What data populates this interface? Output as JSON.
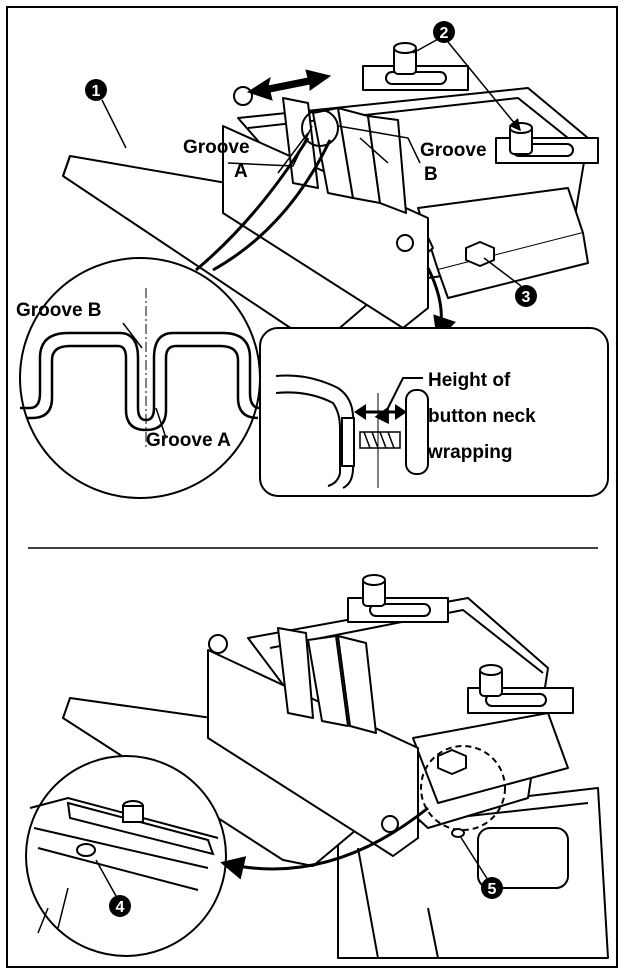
{
  "labels": {
    "groove_a_word": "Groove",
    "groove_a_letter": "A",
    "groove_b_word": "Groove",
    "groove_b_letter": "B",
    "groove_b_detail": "Groove B",
    "groove_a_detail": "Groove A",
    "height_line1": "Height of",
    "height_line2": "button neck",
    "height_line3": "wrapping"
  },
  "callouts": [
    "1",
    "2",
    "3",
    "4",
    "5"
  ]
}
